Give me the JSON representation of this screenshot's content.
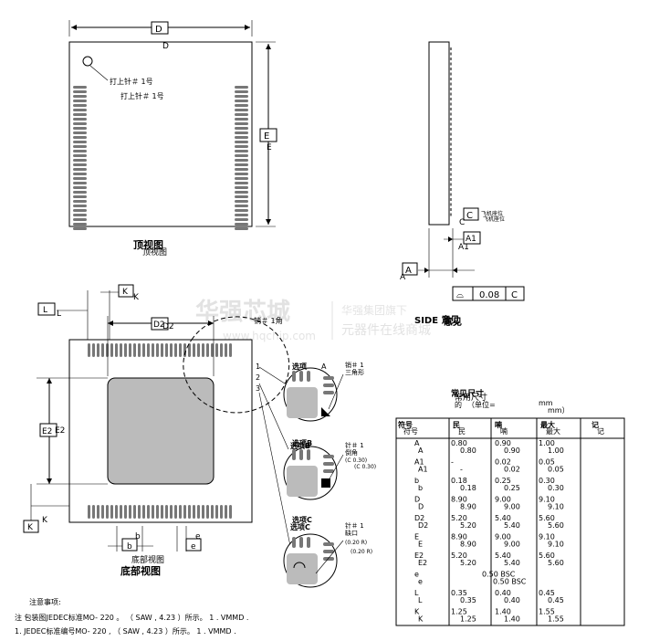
{
  "top_view": {
    "dim_d": "D",
    "dim_d_repeat": "D",
    "dim_e": "E",
    "dim_e_repeat": "E",
    "pin1_label": "打上针＃ 1号",
    "pin1_label_repeat": "打上针＃ 1号",
    "title": "顶视图",
    "title_repeat": "顶视图"
  },
  "side_view": {
    "dim_c": "C",
    "dim_c_repeat": "C",
    "plane_label": "飞机座位",
    "plane_label_repeat": "飞机座位",
    "dim_a1": "A1",
    "dim_a1_repeat": "A1",
    "dim_a": "A",
    "dim_a_repeat": "A",
    "flatness_symbol": "⌓",
    "flatness_value": "0.08",
    "flatness_ref": "C",
    "title": "SIDE 意见",
    "title_repeat": "意见"
  },
  "bottom_view": {
    "dim_l": "L",
    "dim_l_repeat": "L",
    "dim_k": "K",
    "dim_k_repeat": "K",
    "dim_d2": "D2",
    "dim_d2_repeat": "D2",
    "pin1_label": "销＃ 1角",
    "pin_numbers": [
      "1",
      "2",
      "3"
    ],
    "dim_e2": "E2",
    "dim_e2_repeat": "E2",
    "dim_k2": "K",
    "dim_k2_repeat": "K",
    "dim_b": "b",
    "dim_b_repeat": "b",
    "dim_e": "e",
    "dim_e_repeat": "e",
    "title": "底部视图",
    "title_repeat": "底部视图"
  },
  "options": [
    {
      "label": "选项",
      "letter": "A",
      "note1": "销＃ 1",
      "note2": "三角形",
      "note3": "",
      "note3b": ""
    },
    {
      "label": "选项B",
      "label_repeat": "选项B",
      "note1": "针＃ 1",
      "note2": "倒角",
      "note3": "(C 0.30)",
      "note3b": "(C 0.30)"
    },
    {
      "label": "选项C",
      "label_repeat": "选项C",
      "note1": "针＃ 1",
      "note2": "缺口",
      "note3": "(0.20 R)",
      "note3b": "(0.20 R)"
    }
  ],
  "watermark": {
    "brand": "华强芯城",
    "site": "www.hqchip.com",
    "slogan1": "华强集团旗下",
    "slogan2": "元器件在线商城"
  },
  "table": {
    "caption": "常见尺寸",
    "caption_repeat": "常用尺寸",
    "unit_note": "（单位=",
    "unit_note_repeat": "mm）",
    "unit_prefix": "的",
    "unit_mm": "mm",
    "headers": [
      "符号",
      "民",
      "喃",
      "最大",
      "记"
    ],
    "headers_repeat": [
      "符号",
      "民",
      "喃",
      "最大",
      "记"
    ],
    "rows": [
      {
        "sym": "A",
        "min": "0.80",
        "nom": "0.90",
        "max": "1.00"
      },
      {
        "sym": "A1",
        "min": "-",
        "nom": "0.02",
        "max": "0.05"
      },
      {
        "sym": "b",
        "min": "0.18",
        "nom": "0.25",
        "max": "0.30"
      },
      {
        "sym": "D",
        "min": "8.90",
        "nom": "9.00",
        "max": "9.10"
      },
      {
        "sym": "D2",
        "min": "5.20",
        "nom": "5.40",
        "max": "5.60"
      },
      {
        "sym": "E",
        "min": "8.90",
        "nom": "9.00",
        "max": "9.10"
      },
      {
        "sym": "E2",
        "min": "5.20",
        "nom": "5.40",
        "max": "5.60"
      },
      {
        "sym": "e",
        "span": "0.50 BSC"
      },
      {
        "sym": "L",
        "min": "0.35",
        "nom": "0.40",
        "max": "0.45"
      },
      {
        "sym": "K",
        "min": "1.25",
        "nom": "1.40",
        "max": "1.55"
      }
    ]
  },
  "notes": {
    "heading": "注意事项:",
    "line1": "注 包装图JEDEC标准MO- 220 。 （ SAW , 4.23 ）所示。 1 . VMMD .",
    "line2": "1. JEDEC标准编号MO- 220 , （ SAW , 4.23 ）所示。 1 . VMMD ."
  }
}
